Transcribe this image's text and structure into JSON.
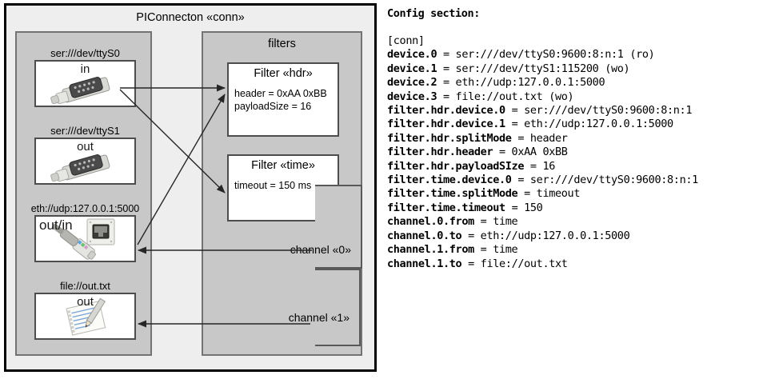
{
  "diagram": {
    "title": "PIConnecton «conn»",
    "devices_panel": {
      "devices": [
        {
          "caption": "ser:///dev/ttyS0",
          "label": "in",
          "icon": "serial-db9-icon"
        },
        {
          "caption": "ser:///dev/ttyS1",
          "label": "out",
          "icon": "serial-db9-icon"
        },
        {
          "caption": "eth://udp:127.0.0.1:5000",
          "label": "out/in",
          "icon": "ethernet-rj45-icon"
        },
        {
          "caption": "file://out.txt",
          "label": "out",
          "icon": "document-pencil-icon"
        }
      ]
    },
    "filters_panel": {
      "title": "filters",
      "filters": [
        {
          "title": "Filter «hdr»",
          "props": [
            "header = 0xAA 0xBB",
            "payloadSize = 16"
          ]
        },
        {
          "title": "Filter «time»",
          "props": [
            "timeout = 150 ms"
          ]
        }
      ]
    },
    "channels": [
      {
        "label": "channel «0»"
      },
      {
        "label": "channel «1»"
      }
    ]
  },
  "config": {
    "heading": "Config section:",
    "lines": [
      "[conn]",
      "device.0 = ser:///dev/ttyS0:9600:8:n:1 (ro)",
      "device.1 = ser:///dev/ttyS1:115200 (wo)",
      "device.2 = eth://udp:127.0.0.1:5000",
      "device.3 = file://out.txt (wo)",
      "filter.hdr.device.0 = ser:///dev/ttyS0:9600:8:n:1",
      "filter.hdr.device.1 = eth://udp:127.0.0.1:5000",
      "filter.hdr.splitMode = header",
      "filter.hdr.header = 0xAA 0xBB",
      "filter.hdr.payloadSIze = 16",
      "filter.time.device.0 = ser:///dev/ttyS0:9600:8:n:1",
      "filter.time.splitMode = timeout",
      "filter.time.timeout = 150",
      "channel.0.from = time",
      "channel.0.to = eth://udp:127.0.0.1:5000",
      "channel.1.from = time",
      "channel.1.to = file://out.txt"
    ]
  },
  "colors": {
    "frame_border": "#000000",
    "frame_fill": "#eeeeee",
    "panel_fill": "#c8c8c8",
    "panel_border": "#737373",
    "box_fill": "#ffffff",
    "box_border": "#4d4d4d",
    "arrow": "#262626"
  }
}
